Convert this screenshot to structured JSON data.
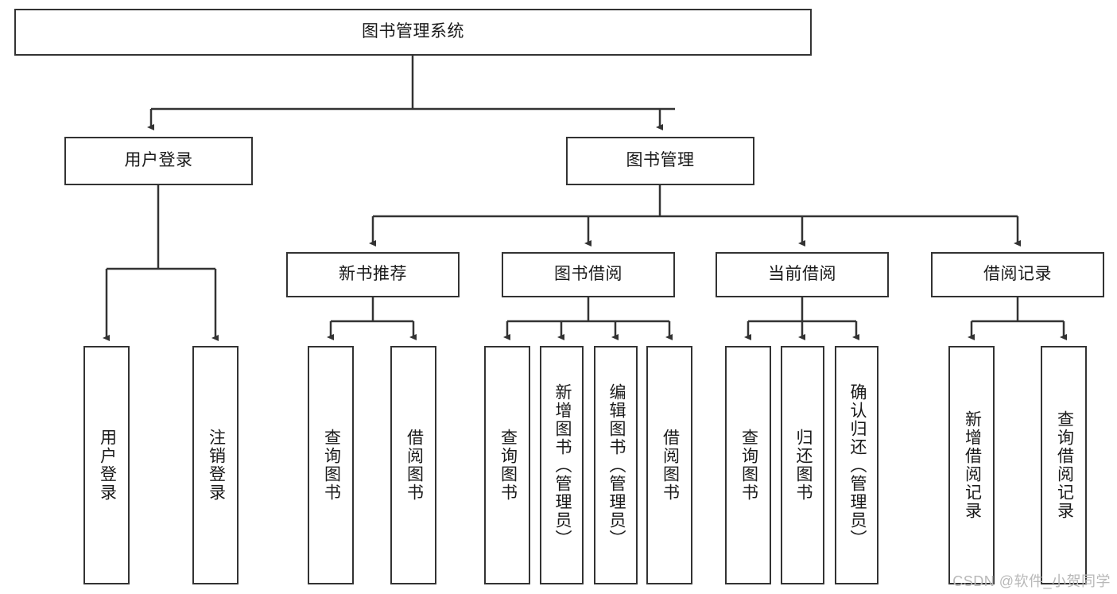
{
  "diagram": {
    "type": "tree",
    "title": "图书管理系统",
    "root": {
      "label": "图书管理系统"
    },
    "level2": [
      {
        "label": "用户登录"
      },
      {
        "label": "图书管理"
      }
    ],
    "level3": [
      {
        "label": "新书推荐"
      },
      {
        "label": "图书借阅"
      },
      {
        "label": "当前借阅"
      },
      {
        "label": "借阅记录"
      }
    ],
    "leaves": {
      "user_login": [
        {
          "label": "用户登录"
        },
        {
          "label": "注销登录"
        }
      ],
      "new_book_recommend": [
        {
          "label": "查询图书"
        },
        {
          "label": "借阅图书"
        }
      ],
      "book_borrow": [
        {
          "label": "查询图书"
        },
        {
          "label": "新增图书（管理员）"
        },
        {
          "label": "编辑图书（管理员）"
        },
        {
          "label": "借阅图书"
        }
      ],
      "current_borrow": [
        {
          "label": "查询图书"
        },
        {
          "label": "归还图书"
        },
        {
          "label": "确认归还（管理员）"
        }
      ],
      "borrow_record": [
        {
          "label": "新增借阅记录"
        },
        {
          "label": "查询借阅记录"
        }
      ]
    }
  },
  "watermark": {
    "text": "CSDN @软件_小贺同学"
  },
  "colors": {
    "stroke": "#333333",
    "fill": "#ffffff",
    "text": "#1a1a1a",
    "watermark": "#b8b8b8"
  }
}
